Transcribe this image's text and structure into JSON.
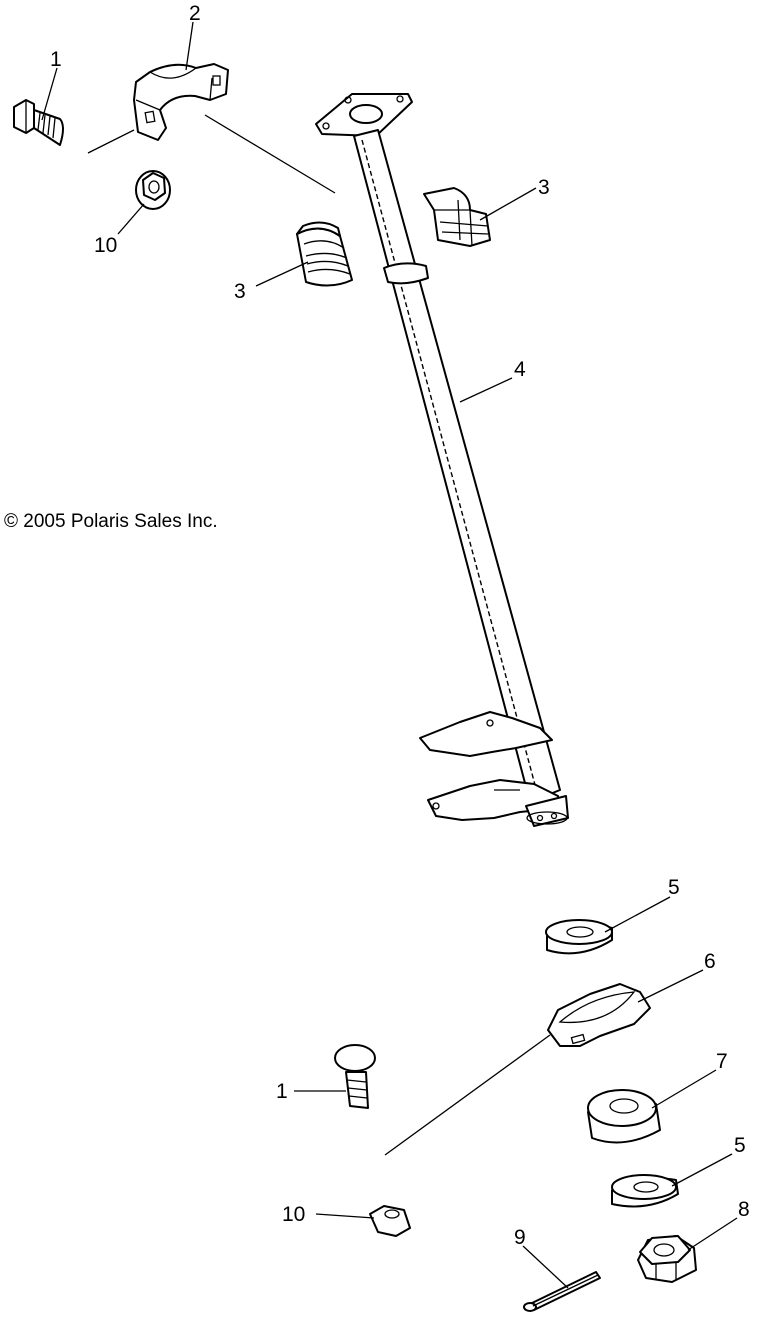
{
  "diagram": {
    "copyright": "© 2005 Polaris Sales Inc.",
    "callouts": {
      "bolt_top": "1",
      "clamp": "2",
      "bushing_left": "3",
      "bushing_right": "3",
      "shaft": "4",
      "washer_upper": "5",
      "retainer": "6",
      "bearing": "7",
      "washer_lower": "5",
      "castle_nut": "8",
      "cotter_pin": "9",
      "flange_nut_top": "10",
      "bolt_bottom": "1",
      "flange_nut_bottom": "10"
    }
  }
}
